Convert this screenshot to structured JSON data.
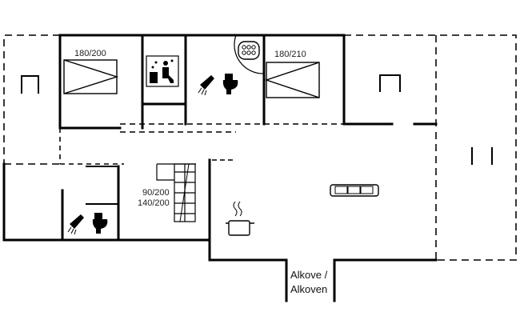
{
  "floorplan": {
    "labels": {
      "bed_1": "180/200",
      "bed_2": "180/210",
      "bed_3_line1": "90/200",
      "bed_3_line2": "140/200",
      "alcove_line1": "Alkove /",
      "alcove_line2": "Alkoven"
    },
    "icons": [
      "sauna-icon",
      "shower-icon",
      "toilet-icon",
      "whirlpool-icon",
      "sofa-icon",
      "cooking-pot-icon",
      "chair-icon"
    ],
    "line_color": "#000000",
    "dash_color": "#222222"
  }
}
